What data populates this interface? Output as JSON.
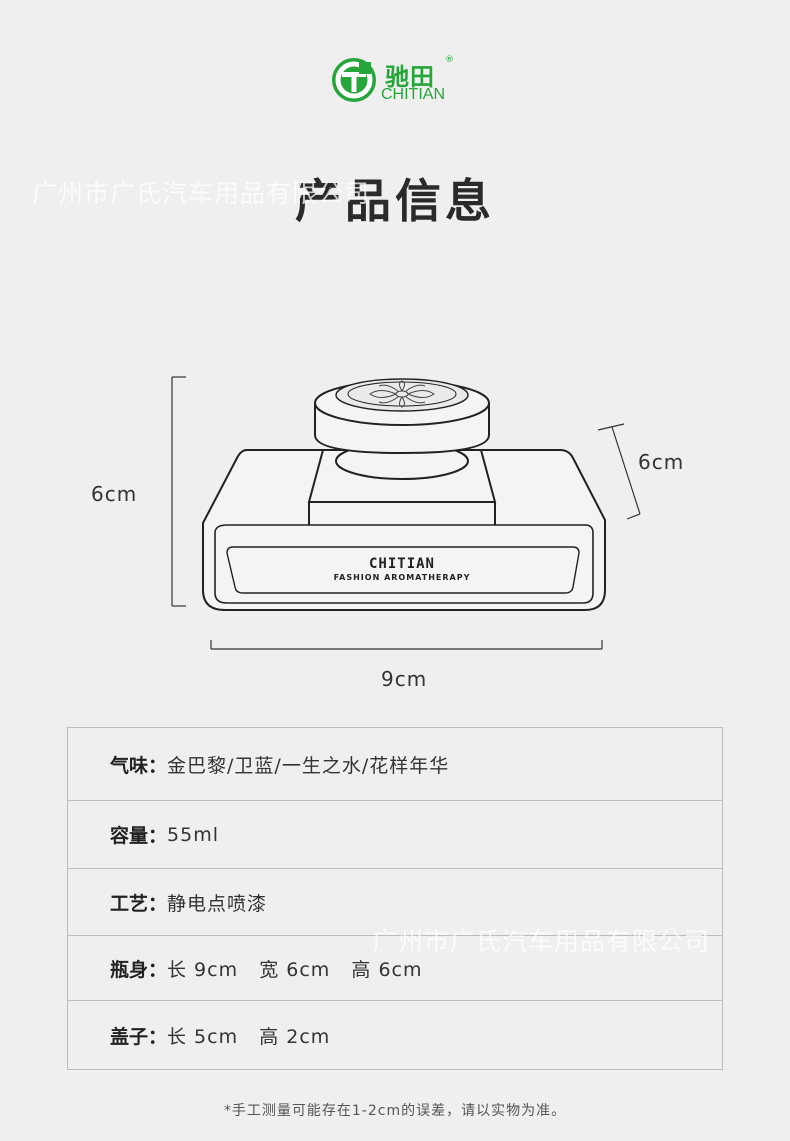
{
  "brand": {
    "name_cn": "驰田",
    "name_en": "CHITIAN",
    "registered_mark": "®",
    "color": "#26a63a"
  },
  "page_title": "产品信息",
  "watermarks": [
    "广州市广氏汽车用品有限公司",
    "广州市广氏汽车用品有限公司"
  ],
  "product_label": {
    "brand": "CHITIAN",
    "tagline": "FASHION AROMATHERAPY"
  },
  "dimensions": {
    "height": "6cm",
    "depth": "6cm",
    "width": "9cm"
  },
  "specs": [
    {
      "label": "气味：",
      "value": "金巴黎/卫蓝/一生之水/花样年华"
    },
    {
      "label": "容量：",
      "value": "55ml"
    },
    {
      "label": "工艺：",
      "value": "静电点喷漆"
    },
    {
      "label": "瓶身：",
      "value": "长 9cm   宽 6cm   高 6cm"
    },
    {
      "label": "盖子：",
      "value": "长 5cm   高 2cm"
    }
  ],
  "footnote": "*手工测量可能存在1-2cm的误差，请以实物为准。"
}
